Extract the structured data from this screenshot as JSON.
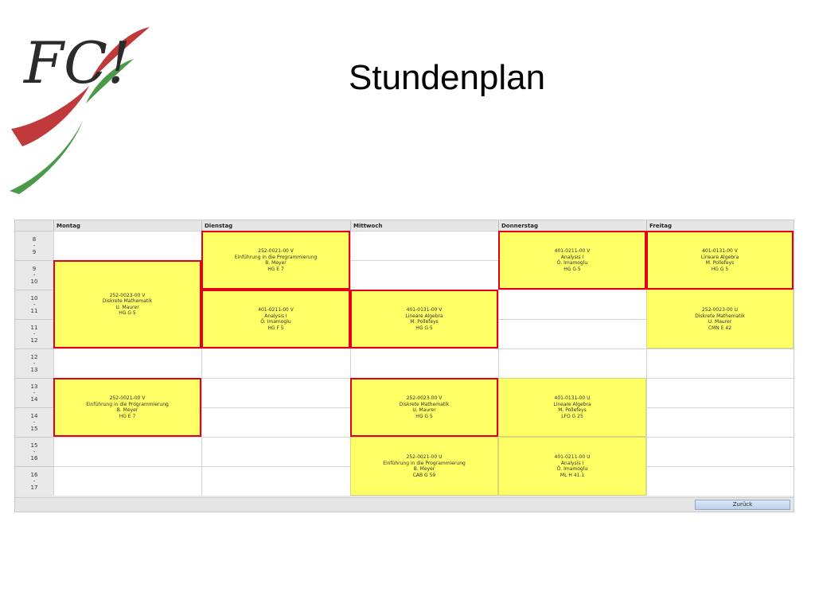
{
  "page": {
    "title": "Stundenplan"
  },
  "logo": {
    "text": "FC!"
  },
  "timetable": {
    "days": [
      "Montag",
      "Dienstag",
      "Mittwoch",
      "Donnerstag",
      "Freitag"
    ],
    "hours": [
      {
        "from": "8",
        "to": "9"
      },
      {
        "from": "9",
        "to": "10"
      },
      {
        "from": "10",
        "to": "11"
      },
      {
        "from": "11",
        "to": "12"
      },
      {
        "from": "12",
        "to": "13"
      },
      {
        "from": "13",
        "to": "14"
      },
      {
        "from": "14",
        "to": "15"
      },
      {
        "from": "15",
        "to": "16"
      },
      {
        "from": "16",
        "to": "17"
      }
    ],
    "events": [
      {
        "day": 0,
        "start": 1,
        "span": 3,
        "highlighted": true,
        "lines": [
          "252-0023-00 V",
          "Diskrete Mathematik",
          "U. Maurer",
          "HG G 5"
        ]
      },
      {
        "day": 0,
        "start": 5,
        "span": 2,
        "highlighted": true,
        "lines": [
          "252-0021-00 V",
          "Einführung in die Programmierung",
          "B. Meyer",
          "HG E 7"
        ]
      },
      {
        "day": 1,
        "start": 0,
        "span": 2,
        "highlighted": true,
        "lines": [
          "252-0021-00 V",
          "Einführung in die Programmierung",
          "B. Meyer",
          "HG E 7"
        ]
      },
      {
        "day": 1,
        "start": 2,
        "span": 2,
        "highlighted": true,
        "lines": [
          "401-0211-00 V",
          "Analysis I",
          "Ö. Imamoglu",
          "HG F 5"
        ]
      },
      {
        "day": 2,
        "start": 2,
        "span": 2,
        "highlighted": true,
        "lines": [
          "401-0131-00 V",
          "Lineare Algebra",
          "M. Pollefeys",
          "HG G 5"
        ]
      },
      {
        "day": 2,
        "start": 5,
        "span": 2,
        "highlighted": true,
        "lines": [
          "252-0023-00 V",
          "Diskrete Mathematik",
          "U. Maurer",
          "HG G 5"
        ]
      },
      {
        "day": 2,
        "start": 7,
        "span": 2,
        "highlighted": false,
        "lines": [
          "252-0021-00 U",
          "Einführung in die Programmierung",
          "B. Meyer",
          "CAB G 59"
        ]
      },
      {
        "day": 3,
        "start": 0,
        "span": 2,
        "highlighted": true,
        "lines": [
          "401-0211-00 V",
          "Analysis I",
          "Ö. Imamoglu",
          "HG G 5"
        ]
      },
      {
        "day": 3,
        "start": 5,
        "span": 2,
        "highlighted": false,
        "lines": [
          "401-0131-00 U",
          "Lineare Algebra",
          "M. Pollefeys",
          "LFO G 25"
        ]
      },
      {
        "day": 3,
        "start": 7,
        "span": 2,
        "highlighted": false,
        "lines": [
          "401-0211-00 U",
          "Analysis I",
          "Ö. Imamoglu",
          "ML H 41.1"
        ]
      },
      {
        "day": 4,
        "start": 0,
        "span": 2,
        "highlighted": true,
        "lines": [
          "401-0131-00 V",
          "Lineare Algebra",
          "M. Pollefeys",
          "HG G 5"
        ]
      },
      {
        "day": 4,
        "start": 2,
        "span": 2,
        "highlighted": false,
        "lines": [
          "252-0023-00 U",
          "Diskrete Mathematik",
          "U. Maurer",
          "CMN E 42"
        ]
      }
    ],
    "back_label": "Zurück"
  },
  "colors": {
    "event_bg": "#ffff66",
    "highlight": "#e2001a",
    "logo_red": "#c0393b",
    "logo_green": "#4a9a4a"
  }
}
